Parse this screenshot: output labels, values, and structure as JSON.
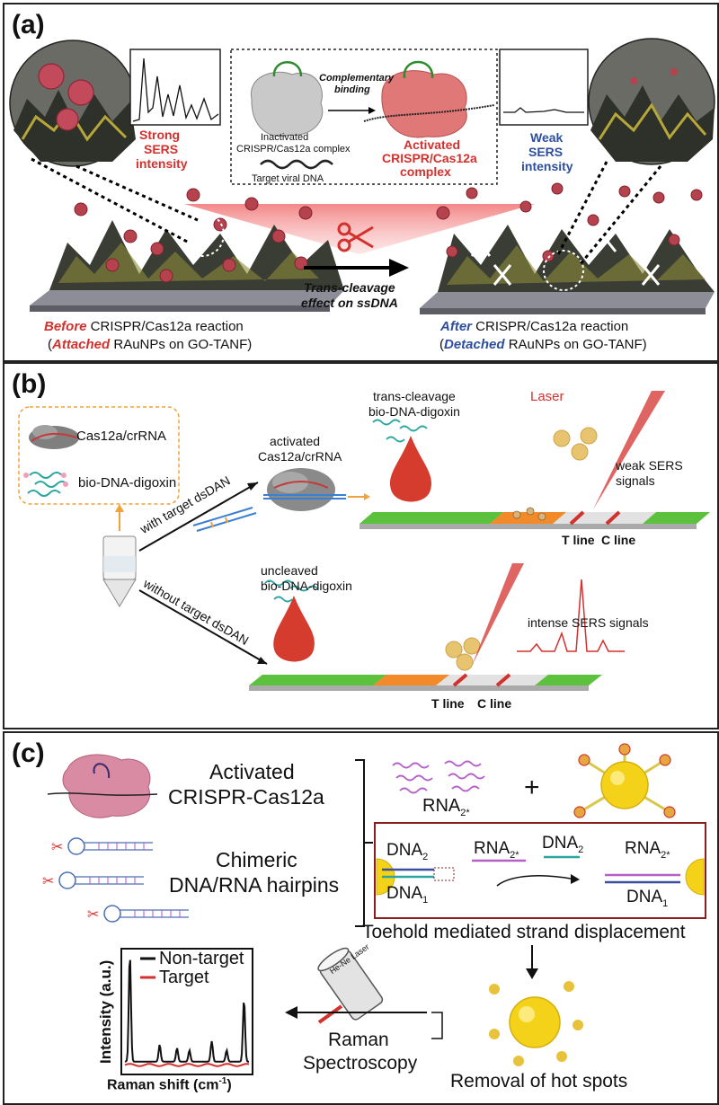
{
  "panel_a": {
    "label": "(a)",
    "strong_sers_1": "Strong",
    "strong_sers_2": "SERS",
    "strong_sers_3": "intensity",
    "complementary_1": "Complementary",
    "complementary_2": "binding",
    "inactivated_1": "Inactivated",
    "inactivated_2": "CRISPR/Cas12a complex",
    "target_viral_dna": "Target viral DNA",
    "activated_1": "Activated",
    "activated_2": "CRISPR/Cas12a",
    "activated_3": "complex",
    "weak_sers_1": "Weak",
    "weak_sers_2": "SERS",
    "weak_sers_3": "intensity",
    "trans_cleavage_1": "Trans-cleavage",
    "trans_cleavage_2": "effect on ssDNA",
    "before_word": "Before",
    "before_rest": " CRISPR/Cas12a reaction",
    "attached_open": "(",
    "attached_word": "Attached",
    "attached_rest": " RAuNPs on GO-TANF)",
    "after_word": "After",
    "after_rest": " CRISPR/Cas12a reaction",
    "detached_open": "(",
    "detached_word": "Detached",
    "detached_rest": " RAuNPs on GO-TANF)"
  },
  "panel_b": {
    "label": "(b)",
    "cas12a_crrna": "Cas12a/crRNA",
    "bio_dna_digoxin": "bio-DNA-digoxin",
    "with_target": "with target dsDAN",
    "without_target": "without target dsDAN",
    "activated_1": "activated",
    "activated_2": "Cas12a/crRNA",
    "trans_cleavage_1": "trans-cleavage",
    "trans_cleavage_2": "bio-DNA-digoxin",
    "laser": "Laser",
    "weak_sers_1": "weak SERS",
    "weak_sers_2": "signals",
    "t_line_top": "T line",
    "c_line_top": "C line",
    "uncleaved_1": "uncleaved",
    "uncleaved_2": "bio-DNA-digoxin",
    "intense_sers": "intense SERS signals",
    "t_line_bottom": "T line",
    "c_line_bottom": "C line"
  },
  "panel_c": {
    "label": "(c)",
    "activated_1": "Activated",
    "activated_2": "CRISPR-Cas12a",
    "chimeric_1": "Chimeric",
    "chimeric_2": "DNA/RNA hairpins",
    "rna2_top": "RNA",
    "rna2_top_sub": "2*",
    "plus": "+",
    "dna2_left": "DNA",
    "dna2_left_sub": "2",
    "dna1_left": "DNA",
    "dna1_left_sub": "1",
    "rna2_mid": "RNA",
    "rna2_mid_sub": "2*",
    "dna2_mid": "DNA",
    "dna2_mid_sub": "2",
    "rna2_right": "RNA",
    "rna2_right_sub": "2*",
    "dna1_right": "DNA",
    "dna1_right_sub": "1",
    "toehold": "Toehold mediated strand displacement",
    "laser_label": "He-Ne Laser",
    "raman_1": "Raman",
    "raman_2": "Spectroscopy",
    "removal": "Removal of hot spots",
    "legend_nontarget": "Non-target",
    "legend_target": "Target",
    "ylabel": "Intensity (a.u.)",
    "xlabel": "Raman shift (cm",
    "xlabel_sup": "-1",
    "xlabel_close": ")"
  },
  "colors": {
    "red_accent": "#d3312e",
    "blue_accent": "#2d4f9d",
    "strip_green": "#5cc13c",
    "strip_orange": "#f28a2a",
    "gold": "#f5d21a",
    "frame_maroon": "#8b1d1d"
  }
}
